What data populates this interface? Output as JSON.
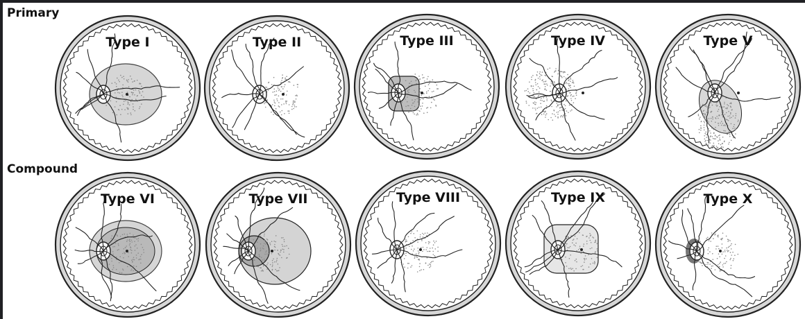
{
  "rows": [
    {
      "label": "Primary",
      "types": [
        {
          "label": "Type I"
        },
        {
          "label": "Type II"
        },
        {
          "label": "Type III"
        },
        {
          "label": "Type IV"
        },
        {
          "label": "Type V"
        }
      ]
    },
    {
      "label": "Compound",
      "types": [
        {
          "label": "Type VI"
        },
        {
          "label": "Type VII"
        },
        {
          "label": "Type VIII"
        },
        {
          "label": "Type IX"
        },
        {
          "label": "Type X"
        }
      ]
    }
  ],
  "colors": {
    "background": "#202124",
    "figure": "#ffffff",
    "ink": "#222222",
    "rim_fill": "#d7d7d7",
    "stipple": "#8a8a8a"
  }
}
